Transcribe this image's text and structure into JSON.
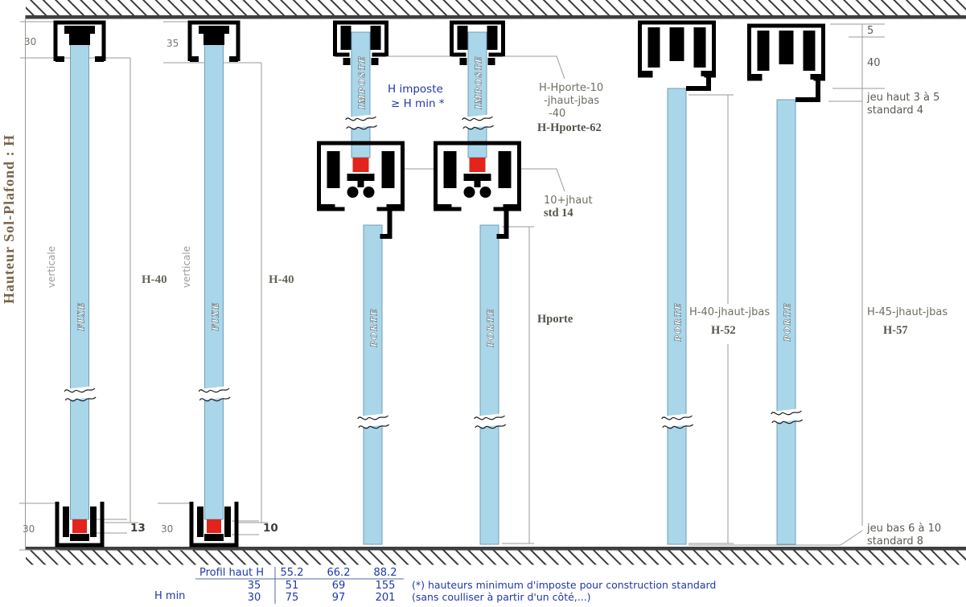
{
  "title": "Hauteur Sol-Plafond : H",
  "labels": {
    "fixe": "FIXE",
    "imposte": "IMPOSTE",
    "porte": "PORTE",
    "verticale": "verticale"
  },
  "dims": {
    "p1_top": "30",
    "p1_bottom": "30",
    "p1_height": "H-40",
    "p1_seal": "13",
    "p2_top": "35",
    "p2_bottom": "30",
    "p2_height": "H-40",
    "p2_seal": "10",
    "right_top_gap": "5",
    "right_rail": "40"
  },
  "annotations": {
    "h_imposte_line1": "H imposte",
    "h_imposte_line2": "≥ H min *",
    "formula_line1": "H-Hporte-10",
    "formula_line2": "-jhaut-jbas",
    "formula_line3": "-40",
    "formula_result": "H-Hporte-62",
    "mid_gap_line1": "10+jhaut",
    "mid_gap_line2": "std 14",
    "hporte": "Hporte",
    "p5_formula": "H-40-jhaut-jbas",
    "p5_result": "H-52",
    "p6_formula": "H-45-jhaut-jbas",
    "p6_result": "H-57",
    "jeu_haut_line1": "jeu haut 3 à 5",
    "jeu_haut_line2": "standard 4",
    "jeu_bas_line1": "jeu bas 6 à 10",
    "jeu_bas_line2": "standard 8"
  },
  "table": {
    "header_label": "Profil haut H",
    "columns": [
      "55.2",
      "66.2",
      "88.2"
    ],
    "row_label": "H min",
    "rows": [
      [
        "35",
        "51",
        "69",
        "155"
      ],
      [
        "30",
        "75",
        "97",
        "201"
      ]
    ],
    "footnote1": "(*)  hauteurs minimum d'imposte pour construction standard",
    "footnote2": "(sans coulliser à partir d'un côté,...)"
  },
  "colors": {
    "panel_blue": "#a9d6e9",
    "seal_red": "#e2241c",
    "note_blue": "#2038a8",
    "dim_gray": "#9a9a96",
    "text_dark": "#54524a",
    "title_brown": "#77644a"
  }
}
